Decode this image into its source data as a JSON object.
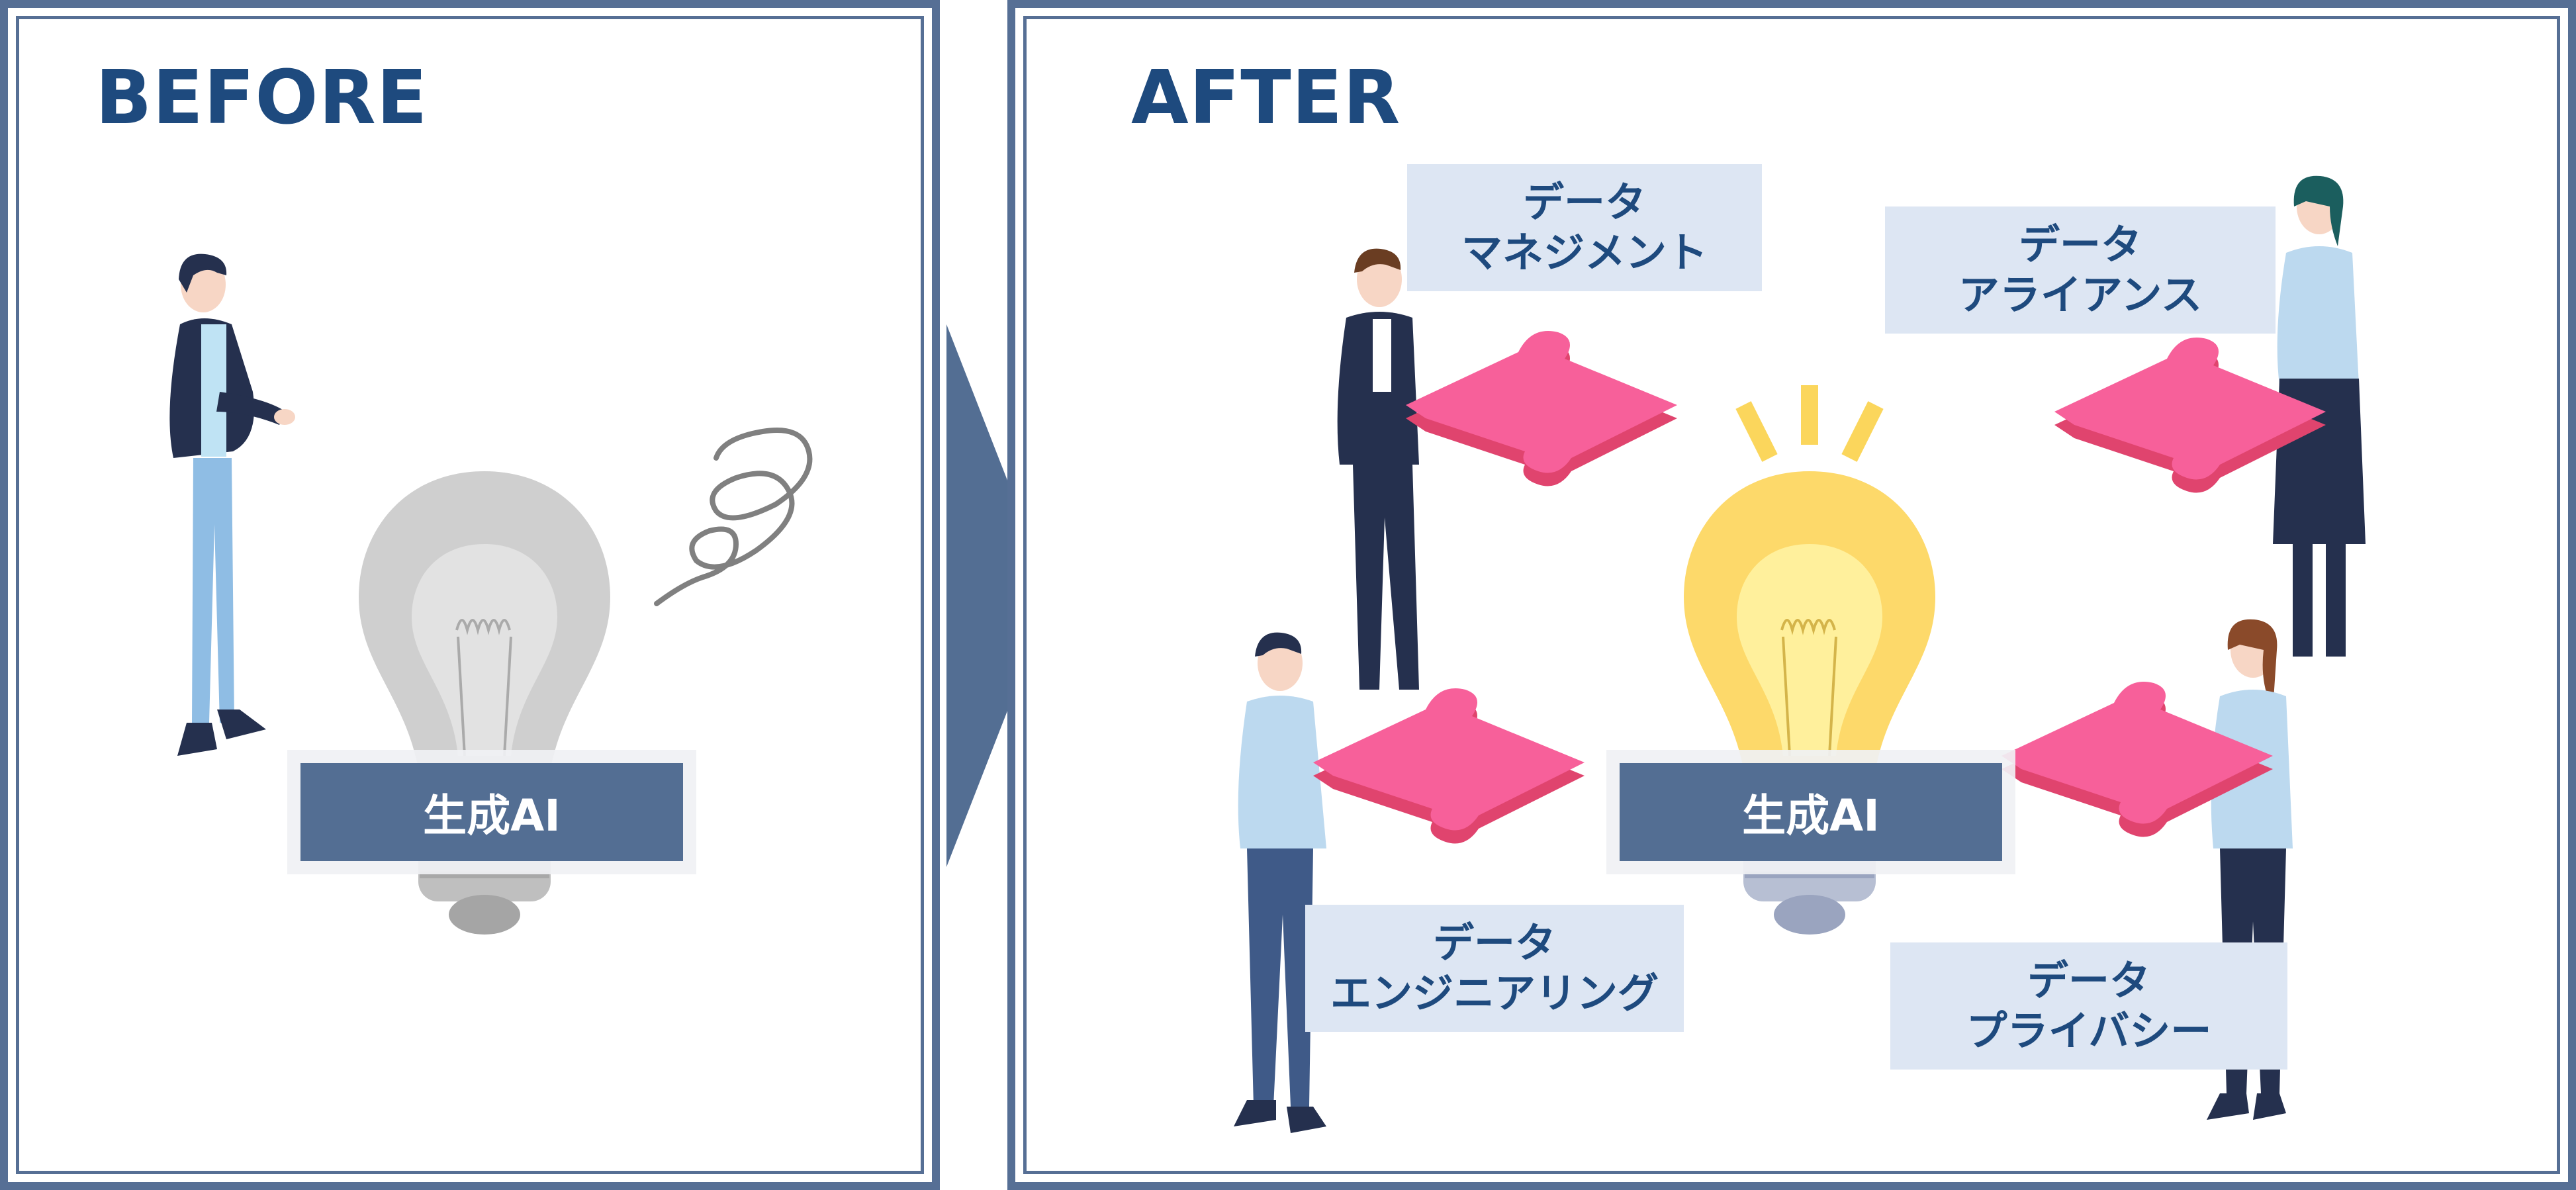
{
  "before": {
    "title": "BEFORE",
    "ai_label": "生成AI"
  },
  "after": {
    "title": "AFTER",
    "ai_label": "生成AI",
    "data_labels": [
      {
        "line1": "データ",
        "line2": "マネジメント"
      },
      {
        "line1": "データ",
        "line2": "アライアンス"
      },
      {
        "line1": "データ",
        "line2": "エンジニアリング"
      },
      {
        "line1": "データ",
        "line2": "プライバシー"
      }
    ]
  },
  "colors": {
    "frame": "#566f95",
    "title": "#1e4a7e",
    "ai_label_bg": "#536e93",
    "data_label_bg": "#dde6f3",
    "puzzle": "#f7609a",
    "bulb_lit": "#fde07a",
    "bulb_off": "#cdcdcd"
  },
  "icons": [
    "confused-man-icon",
    "unlit-bulb-icon",
    "confusion-swirl-icon",
    "arrow-right-icon",
    "lit-bulb-icon",
    "puzzle-piece-icon",
    "person-icon"
  ]
}
